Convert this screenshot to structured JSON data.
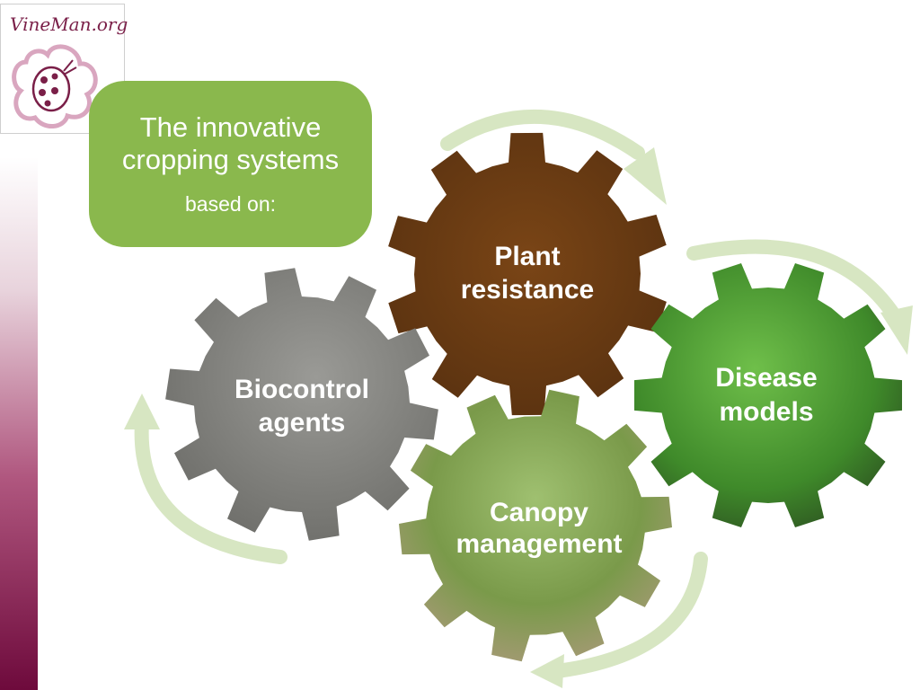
{
  "logo": {
    "text": "VineMan.org"
  },
  "title_box": {
    "line1": "The innovative",
    "line2": "cropping systems",
    "subtitle": "based on:"
  },
  "gears": [
    {
      "id": "plant-resistance",
      "line1": "Plant",
      "line2": "resistance",
      "color": "#6b3a12"
    },
    {
      "id": "disease-models",
      "line1": "Disease",
      "line2": "models",
      "color": "#3f8a2a"
    },
    {
      "id": "canopy-management",
      "line1": "Canopy",
      "line2": "management",
      "color": "#7a9a4a"
    },
    {
      "id": "biocontrol-agents",
      "line1": "Biocontrol",
      "line2": "agents",
      "color": "#8a8a88"
    }
  ],
  "colors": {
    "accent_green": "#8ab84d",
    "arrow_green": "#d7e6c2",
    "brand_maroon": "#6e0a3c"
  }
}
